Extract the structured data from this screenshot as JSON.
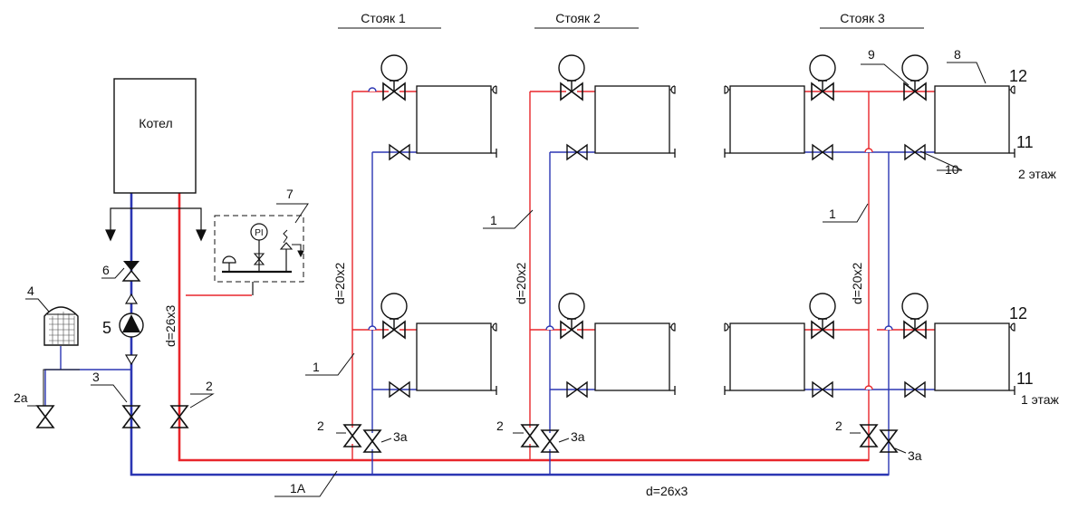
{
  "boiler": {
    "label": "Котел"
  },
  "risers": {
    "r1": "Стояк 1",
    "r2": "Стояк 2",
    "r3": "Стояк 3"
  },
  "floors": {
    "second": "2 этаж",
    "first": "1 этаж"
  },
  "dimensions": {
    "main": "d=26x3",
    "riser": "d=20x2"
  },
  "callouts": {
    "n1": "1",
    "n1A": "1А",
    "n2": "2",
    "n2a": "2а",
    "n3": "3",
    "n3a": "3а",
    "n4": "4",
    "n5": "5",
    "n6": "6",
    "n7": "7",
    "n8": "8",
    "n9": "9",
    "n10": "10",
    "n11": "11",
    "n12": "12"
  },
  "gauge_label": "PI",
  "colors": {
    "supply": "#e8262b",
    "return": "#2b36b3",
    "line": "#111111"
  }
}
